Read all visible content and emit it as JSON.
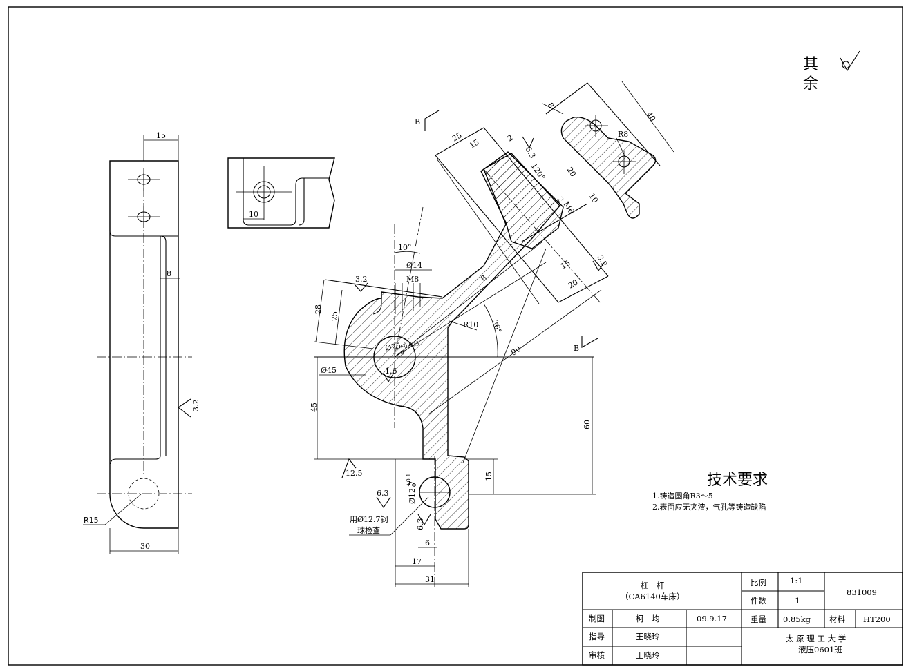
{
  "roughness_corner": {
    "label_line1": "其",
    "label_line2": "余"
  },
  "section_marks": {
    "b1": "B",
    "b2": "B"
  },
  "left_view": {
    "dim_top": "15",
    "dim_slot": "8",
    "dim_bottom": "30",
    "radius": "R15",
    "roughness": "3.2"
  },
  "detail_view": {
    "dim_offset": "10"
  },
  "main_view": {
    "dims": {
      "d25": "25",
      "d15": "15",
      "d2": "2",
      "ang120": "120°",
      "d20a": "20",
      "d10": "10",
      "m6": "M6",
      "d2b": "2",
      "d15b": "15",
      "d20b": "20",
      "d8": "8",
      "ang36": "36°",
      "r10": "R10",
      "d90": "90",
      "ang10": "10°",
      "phi14": "Ø14",
      "m8": "M8",
      "d28": "28",
      "d25b": "25",
      "phi45": "Ø45",
      "phi25": "Ø25",
      "tol25": "+0.023",
      "tol25b": "0",
      "d45": "45",
      "d60": "60",
      "d15c": "15",
      "phi127": "Ø12.7",
      "tol127": "+0.1",
      "tol127b": "0",
      "d6": "6",
      "d17": "17",
      "d31": "31",
      "d40": "40",
      "d8b": "8",
      "r8": "R8"
    },
    "roughness": {
      "r32a": "3.2",
      "r63a": "6.3",
      "r32b": "3.2",
      "r16": "1.6",
      "r125": "12.5",
      "r63b": "6.3",
      "r63c": "6.3"
    },
    "ball_note_line1": "用Ø12.7钢",
    "ball_note_line2": "球检查"
  },
  "tech_req": {
    "title": "技术要求",
    "items": [
      "1.铸造圆角R3～5",
      "2.表面应无夹渣，气孔等铸造缺陷"
    ]
  },
  "title_block": {
    "part_name": "杠　杆",
    "part_sub": "（CA6140车床）",
    "scale_label": "比例",
    "scale_value": "1:1",
    "qty_label": "件数",
    "qty_value": "1",
    "drawing_no": "831009",
    "drawn_label": "制图",
    "drawn_name": "柯　均",
    "drawn_date": "09.9.17",
    "weight_label": "重量",
    "weight_value": "0.85kg",
    "material_label": "材料",
    "material_value": "HT200",
    "guide_label": "指导",
    "guide_name": "王晓玲",
    "review_label": "审核",
    "review_name": "王晓玲",
    "school": "太 原 理 工 大 学",
    "class_name": "液压0601班"
  }
}
